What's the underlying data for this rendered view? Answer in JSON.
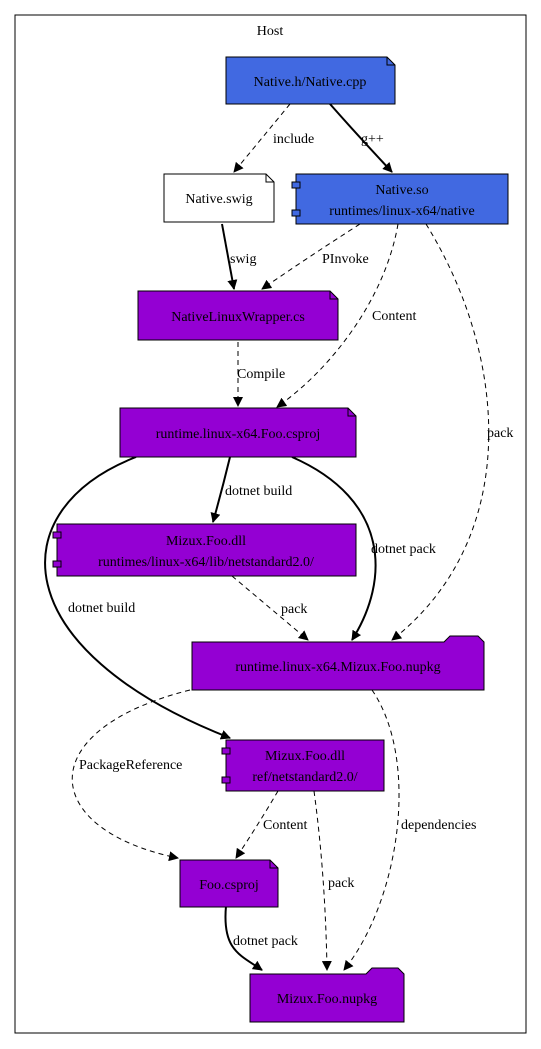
{
  "cluster": {
    "title": "Host"
  },
  "colors": {
    "native": "#4169e1",
    "dotnet": "#9400d3",
    "plain": "#ffffff",
    "stroke": "#000000"
  },
  "nodes": {
    "native_src": {
      "label": "Native.h/Native.cpp"
    },
    "swig": {
      "label": "Native.swig"
    },
    "native_so": {
      "line1": "Native.so",
      "line2": "runtimes/linux-x64/native"
    },
    "wrapper": {
      "label": "NativeLinuxWrapper.cs"
    },
    "runtime_csproj": {
      "label": "runtime.linux-x64.Foo.csproj"
    },
    "runtime_dll": {
      "line1": "Mizux.Foo.dll",
      "line2": "runtimes/linux-x64/lib/netstandard2.0/"
    },
    "runtime_nupkg": {
      "label": "runtime.linux-x64.Mizux.Foo.nupkg"
    },
    "ref_dll": {
      "line1": "Mizux.Foo.dll",
      "line2": "ref/netstandard2.0/"
    },
    "foo_csproj": {
      "label": "Foo.csproj"
    },
    "foo_nupkg": {
      "label": "Mizux.Foo.nupkg"
    }
  },
  "edges": {
    "include": "include",
    "gpp": "g++",
    "swig": "swig",
    "pinvoke": "PInvoke",
    "content1": "Content",
    "pack1": "pack",
    "compile": "Compile",
    "dotnet_build1": "dotnet build",
    "dotnet_build2": "dotnet build",
    "dotnet_pack1": "dotnet pack",
    "pack2": "pack",
    "package_reference": "PackageReference",
    "dependencies": "dependencies",
    "content2": "Content",
    "pack3": "pack",
    "dotnet_pack2": "dotnet pack"
  }
}
